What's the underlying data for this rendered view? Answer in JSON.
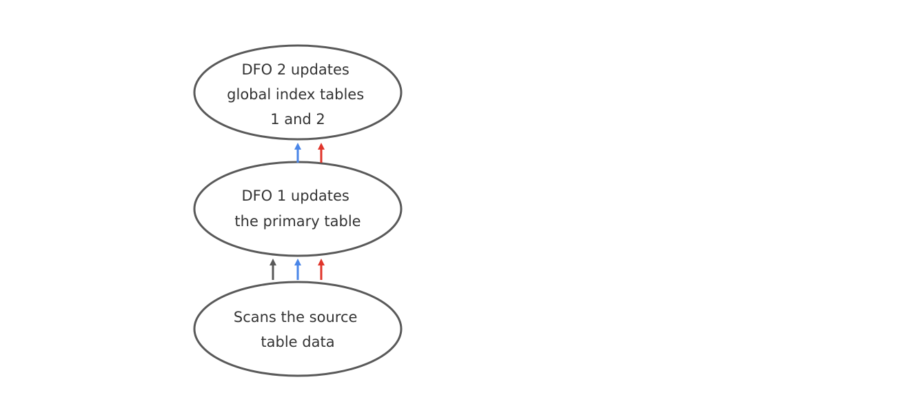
{
  "nodes": {
    "dfo2": {
      "lines": [
        "DFO 2 updates",
        "global index tables",
        "1 and 2"
      ]
    },
    "dfo1": {
      "lines": [
        "DFO 1 updates",
        "the primary table"
      ]
    },
    "scan": {
      "lines": [
        "Scans the source",
        "table data"
      ]
    }
  },
  "colors": {
    "outline": "#595959",
    "text": "#333333",
    "arrow_gray": "#595959",
    "arrow_blue": "#4a86e8",
    "arrow_red": "#e0352b"
  }
}
